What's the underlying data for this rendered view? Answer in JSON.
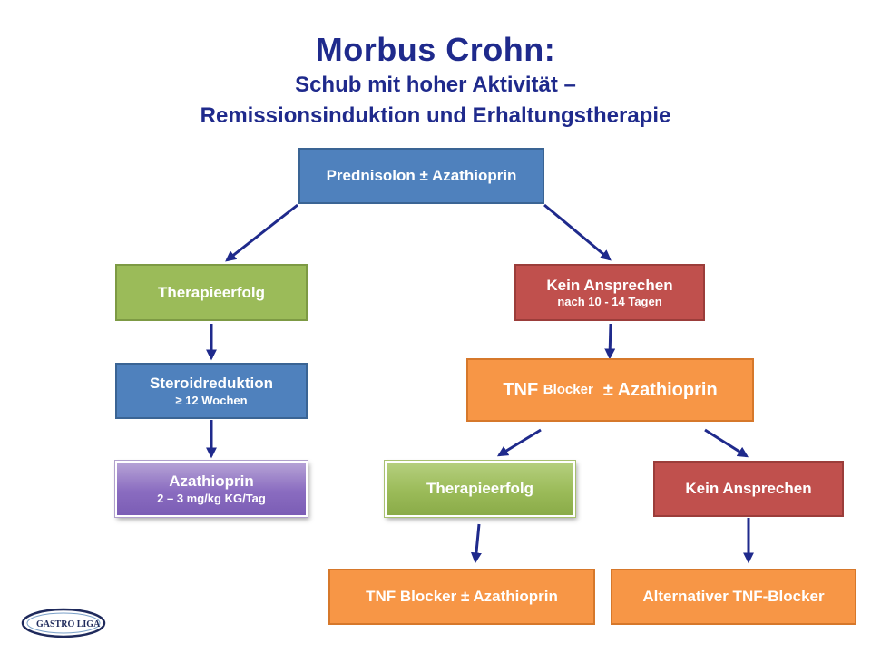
{
  "title": {
    "main": "Morbus Crohn:",
    "line2": "Schub mit hoher Aktivität –",
    "line3": "Remissionsinduktion und Erhaltungstherapie"
  },
  "boxes": {
    "start": {
      "label": "Prednisolon ± Azathioprin"
    },
    "success_left": {
      "label": "Therapieerfolg"
    },
    "no_response": {
      "label": "Kein Ansprechen",
      "sub": "nach 10 - 14 Tagen"
    },
    "steroid": {
      "label": "Steroidreduktion",
      "sub": "≥ 12 Wochen"
    },
    "tnf": {
      "label_a": "TNF ",
      "label_b": "Blocker",
      "label_c": "  ± Azathioprin"
    },
    "aza": {
      "label": "Azathioprin",
      "sub": "2 – 3  mg/kg KG/Tag"
    },
    "success_right": {
      "label": "Therapieerfolg"
    },
    "no_response_2": {
      "label": "Kein Ansprechen"
    },
    "tnf_continue": {
      "label": "TNF Blocker ± Azathioprin"
    },
    "alt_tnf": {
      "label": "Alternativer TNF-Blocker"
    }
  },
  "logo": {
    "text": "GASTRO LIGA"
  },
  "colors": {
    "title": "#1f2a8c",
    "blue": "#4f81bd",
    "green": "#9bbb59",
    "red": "#c0504d",
    "orange": "#f79646",
    "purple": "#8a6cc0",
    "arrow": "#1f2a8c"
  }
}
